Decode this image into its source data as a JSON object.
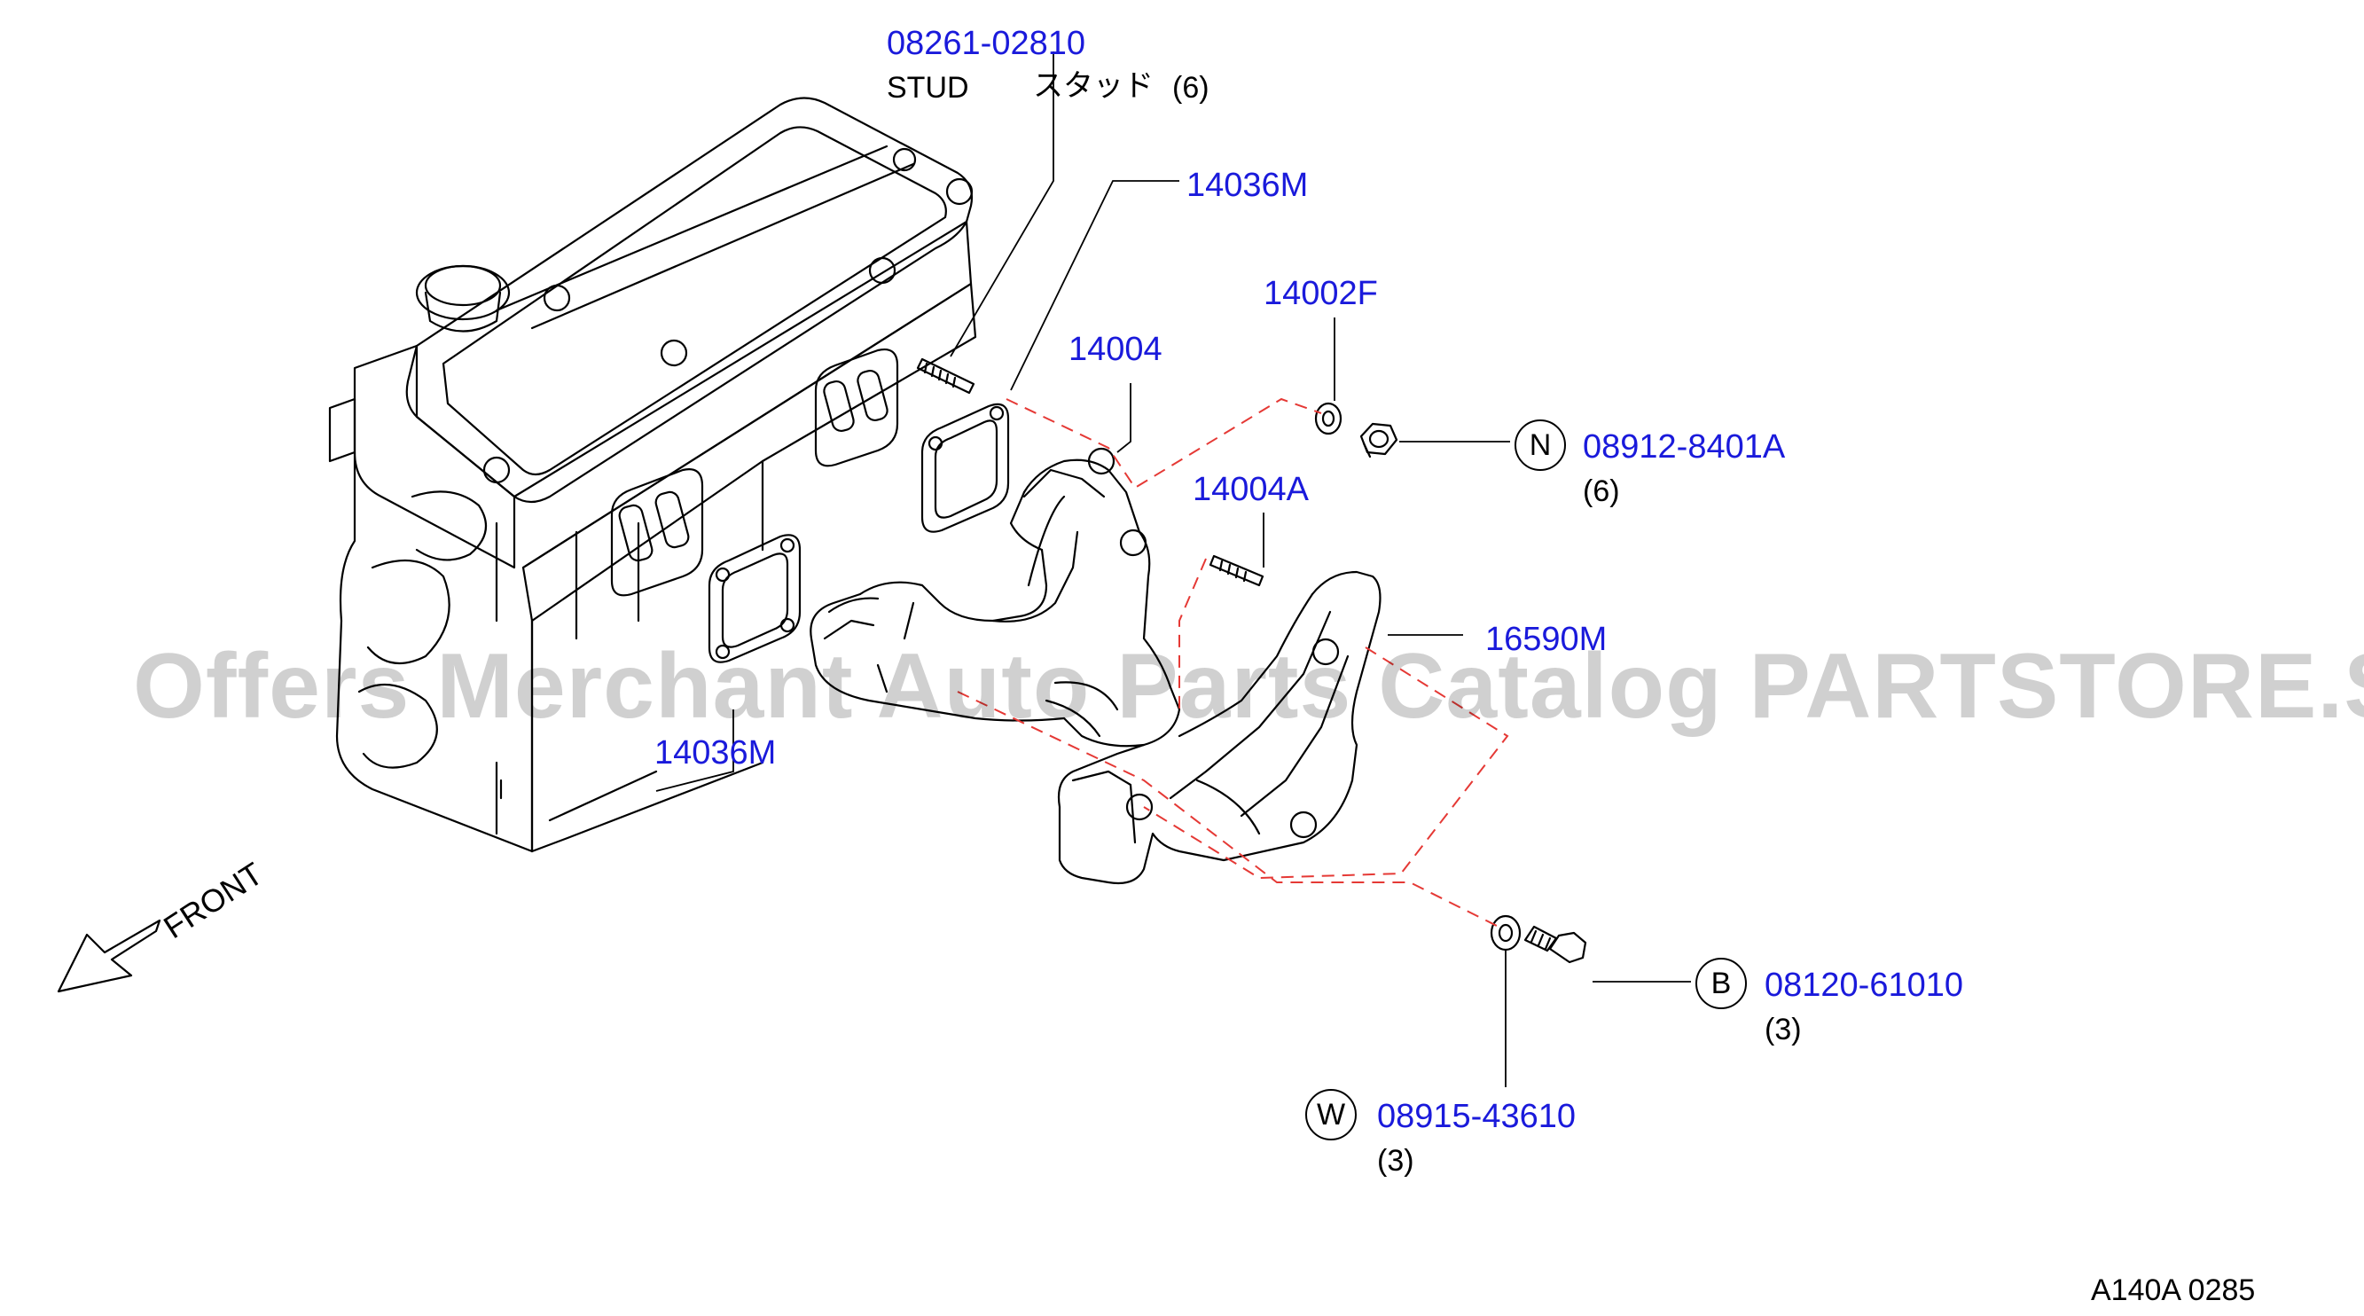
{
  "callouts": {
    "stud": {
      "part": "08261-02810",
      "desc_en": "STUD",
      "desc_jp": "スタッド",
      "qty": "(6)"
    },
    "gasket_upper": {
      "part": "14036M"
    },
    "gasket_lower": {
      "part": "14036M"
    },
    "manifold": {
      "part": "14004"
    },
    "washer_14002f": {
      "part": "14002F"
    },
    "stud_14004a": {
      "part": "14004A"
    },
    "heat_shield": {
      "part": "16590M"
    },
    "nut": {
      "letter": "N",
      "part": "08912-8401A",
      "qty": "(6)"
    },
    "bolt": {
      "letter": "B",
      "part": "08120-61010",
      "qty": "(3)"
    },
    "washer": {
      "letter": "W",
      "part": "08915-43610",
      "qty": "(3)"
    }
  },
  "front_label": "FRONT",
  "watermark": "Offers Merchant Auto Parts Catalog PARTSTORE.SA",
  "diagram_ref": "A140A  0285",
  "colors": {
    "part_number": "#1a1adb",
    "leader_dash": "#e53935",
    "line": "#000000"
  }
}
